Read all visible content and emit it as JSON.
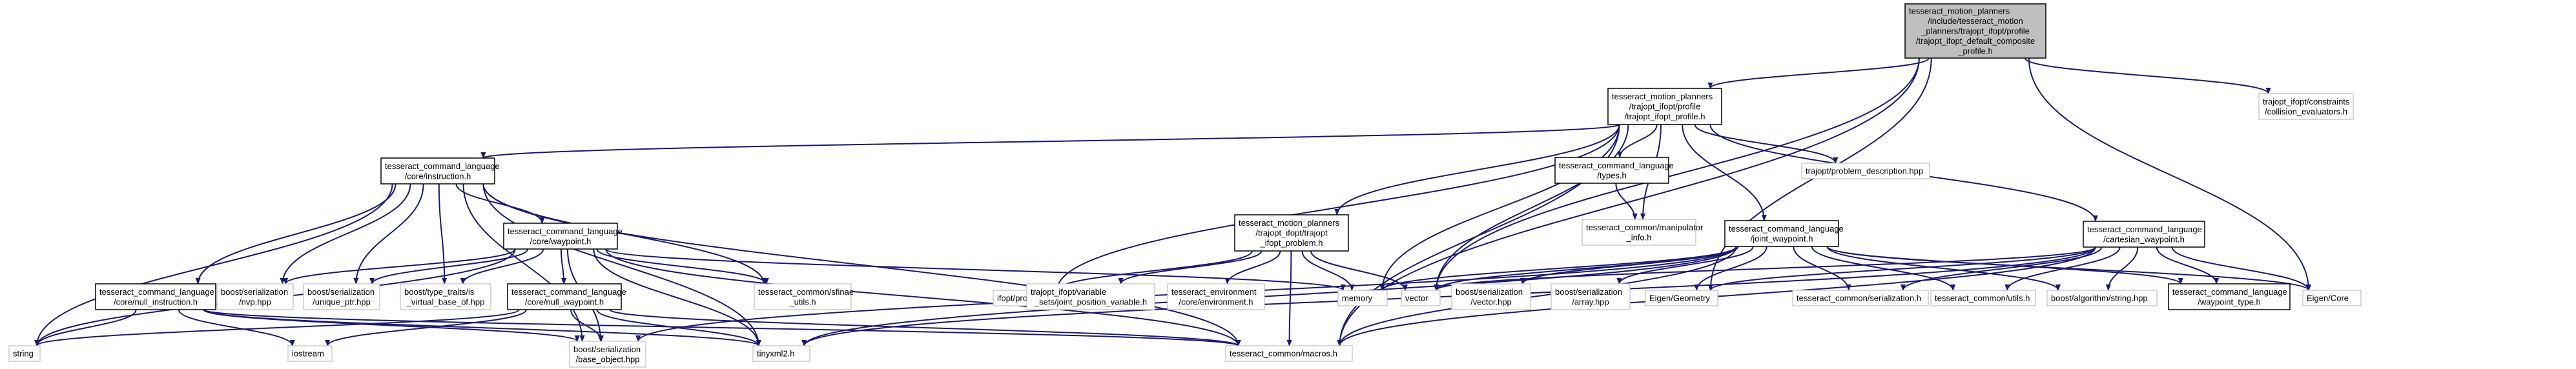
{
  "diagram": {
    "nodes": [
      {
        "id": "root",
        "style": "root",
        "lines": [
          "tesseract_motion_planners",
          "/include/tesseract_motion",
          "_planners/trajopt_ifopt/profile",
          "/trajopt_ifopt_default_composite",
          "_profile.h"
        ]
      },
      {
        "id": "tifp",
        "style": "file",
        "lines": [
          "tesseract_motion_planners",
          "/trajopt_ifopt/profile",
          "/trajopt_ifopt_profile.h"
        ]
      },
      {
        "id": "colleval",
        "style": "ext",
        "lines": [
          "trajopt_ifopt/constraints",
          "/collision_evaluators.h"
        ]
      },
      {
        "id": "instr",
        "style": "file",
        "lines": [
          "tesseract_command_language",
          "/core/instruction.h"
        ]
      },
      {
        "id": "ctypes",
        "style": "file",
        "lines": [
          "tesseract_command_language",
          "/types.h"
        ]
      },
      {
        "id": "probdesc",
        "style": "ext",
        "lines": [
          "trajopt/problem_description.hpp"
        ]
      },
      {
        "id": "manip",
        "style": "ext",
        "lines": [
          "tesseract_common/manipulator",
          "_info.h"
        ]
      },
      {
        "id": "waypoint",
        "style": "file",
        "lines": [
          "tesseract_command_language",
          "/core/waypoint.h"
        ]
      },
      {
        "id": "tiprob",
        "style": "file",
        "lines": [
          "tesseract_motion_planners",
          "/trajopt_ifopt/trajopt",
          "_ifopt_problem.h"
        ]
      },
      {
        "id": "jointwp",
        "style": "file",
        "lines": [
          "tesseract_command_language",
          "/joint_waypoint.h"
        ]
      },
      {
        "id": "cartwp",
        "style": "file",
        "lines": [
          "tesseract_command_language",
          "/cartesian_waypoint.h"
        ]
      },
      {
        "id": "nullinstr",
        "style": "file",
        "lines": [
          "tesseract_command_language",
          "/core/null_instruction.h"
        ]
      },
      {
        "id": "nvp",
        "style": "ext",
        "lines": [
          "boost/serialization",
          "/nvp.hpp"
        ]
      },
      {
        "id": "uptr",
        "style": "ext",
        "lines": [
          "boost/serialization",
          "/unique_ptr.hpp"
        ]
      },
      {
        "id": "typetraits",
        "style": "ext",
        "lines": [
          "boost/type_traits/is",
          "_virtual_base_of.hpp"
        ]
      },
      {
        "id": "nullwp",
        "style": "file",
        "lines": [
          "tesseract_command_language",
          "/core/null_waypoint.h"
        ]
      },
      {
        "id": "sfinae",
        "style": "ext",
        "lines": [
          "tesseract_common/sfinae",
          "_utils.h"
        ]
      },
      {
        "id": "ifoptprob",
        "style": "ext",
        "lines": [
          "ifopt/problem.h"
        ]
      },
      {
        "id": "jpv",
        "style": "ext",
        "lines": [
          "trajopt_ifopt/variable",
          "_sets/joint_position_variable.h"
        ]
      },
      {
        "id": "envh",
        "style": "ext",
        "lines": [
          "tesseract_environment",
          "/core/environment.h"
        ]
      },
      {
        "id": "memory",
        "style": "ext",
        "lines": [
          "memory"
        ]
      },
      {
        "id": "vector",
        "style": "ext",
        "lines": [
          "vector"
        ]
      },
      {
        "id": "bvector",
        "style": "ext",
        "lines": [
          "boost/serialization",
          "/vector.hpp"
        ]
      },
      {
        "id": "barray",
        "style": "ext",
        "lines": [
          "boost/serialization",
          "/array.hpp"
        ]
      },
      {
        "id": "egeom",
        "style": "ext",
        "lines": [
          "Eigen/Geometry"
        ]
      },
      {
        "id": "cser",
        "style": "ext",
        "lines": [
          "tesseract_common/serialization.h"
        ]
      },
      {
        "id": "cutils",
        "style": "ext",
        "lines": [
          "tesseract_common/utils.h"
        ]
      },
      {
        "id": "bstr",
        "style": "ext",
        "lines": [
          "boost/algorithm/string.hpp"
        ]
      },
      {
        "id": "wptype",
        "style": "file",
        "lines": [
          "tesseract_command_language",
          "/waypoint_type.h"
        ]
      },
      {
        "id": "ecore",
        "style": "ext",
        "lines": [
          "Eigen/Core"
        ]
      },
      {
        "id": "string",
        "style": "ext",
        "lines": [
          "string"
        ]
      },
      {
        "id": "iostream",
        "style": "ext",
        "lines": [
          "iostream"
        ]
      },
      {
        "id": "bobj",
        "style": "ext",
        "lines": [
          "boost/serialization",
          "/base_object.hpp"
        ]
      },
      {
        "id": "tinyxml",
        "style": "ext",
        "lines": [
          "tinyxml2.h"
        ]
      },
      {
        "id": "macros",
        "style": "ext",
        "lines": [
          "tesseract_common/macros.h"
        ]
      }
    ],
    "edges": [
      [
        "root",
        "tifp"
      ],
      [
        "root",
        "colleval"
      ],
      [
        "root",
        "vector"
      ],
      [
        "root",
        "egeom"
      ],
      [
        "root",
        "ecore"
      ],
      [
        "root",
        "macros"
      ],
      [
        "tifp",
        "instr"
      ],
      [
        "tifp",
        "ctypes"
      ],
      [
        "tifp",
        "probdesc"
      ],
      [
        "tifp",
        "manip"
      ],
      [
        "tifp",
        "tiprob"
      ],
      [
        "tifp",
        "jointwp"
      ],
      [
        "tifp",
        "cartwp"
      ],
      [
        "tifp",
        "ifoptprob"
      ],
      [
        "tifp",
        "memory"
      ],
      [
        "tifp",
        "vector"
      ],
      [
        "tifp",
        "macros"
      ],
      [
        "instr",
        "waypoint"
      ],
      [
        "instr",
        "nullinstr"
      ],
      [
        "instr",
        "nvp"
      ],
      [
        "instr",
        "uptr"
      ],
      [
        "instr",
        "typetraits"
      ],
      [
        "instr",
        "sfinae"
      ],
      [
        "instr",
        "string"
      ],
      [
        "instr",
        "bobj"
      ],
      [
        "instr",
        "tinyxml"
      ],
      [
        "instr",
        "macros"
      ],
      [
        "ctypes",
        "manip"
      ],
      [
        "waypoint",
        "nullwp"
      ],
      [
        "waypoint",
        "nvp"
      ],
      [
        "waypoint",
        "uptr"
      ],
      [
        "waypoint",
        "typetraits"
      ],
      [
        "waypoint",
        "sfinae"
      ],
      [
        "waypoint",
        "memory"
      ],
      [
        "waypoint",
        "string"
      ],
      [
        "waypoint",
        "bobj"
      ],
      [
        "waypoint",
        "tinyxml"
      ],
      [
        "waypoint",
        "macros"
      ],
      [
        "nullinstr",
        "string"
      ],
      [
        "nullinstr",
        "iostream"
      ],
      [
        "nullinstr",
        "bobj"
      ],
      [
        "nullinstr",
        "tinyxml"
      ],
      [
        "nullinstr",
        "macros"
      ],
      [
        "nullwp",
        "string"
      ],
      [
        "nullwp",
        "iostream"
      ],
      [
        "nullwp",
        "bobj"
      ],
      [
        "nullwp",
        "tinyxml"
      ],
      [
        "nullwp",
        "macros"
      ],
      [
        "tiprob",
        "ifoptprob"
      ],
      [
        "tiprob",
        "jpv"
      ],
      [
        "tiprob",
        "envh"
      ],
      [
        "tiprob",
        "memory"
      ],
      [
        "tiprob",
        "vector"
      ],
      [
        "tiprob",
        "macros"
      ],
      [
        "jointwp",
        "memory"
      ],
      [
        "jointwp",
        "vector"
      ],
      [
        "jointwp",
        "bvector"
      ],
      [
        "jointwp",
        "barray"
      ],
      [
        "jointwp",
        "egeom"
      ],
      [
        "jointwp",
        "cser"
      ],
      [
        "jointwp",
        "cutils"
      ],
      [
        "jointwp",
        "bstr"
      ],
      [
        "jointwp",
        "wptype"
      ],
      [
        "jointwp",
        "ecore"
      ],
      [
        "jointwp",
        "bobj"
      ],
      [
        "jointwp",
        "tinyxml"
      ],
      [
        "jointwp",
        "macros"
      ],
      [
        "cartwp",
        "vector"
      ],
      [
        "cartwp",
        "egeom"
      ],
      [
        "cartwp",
        "cser"
      ],
      [
        "cartwp",
        "cutils"
      ],
      [
        "cartwp",
        "bstr"
      ],
      [
        "cartwp",
        "wptype"
      ],
      [
        "cartwp",
        "ecore"
      ],
      [
        "cartwp",
        "tinyxml"
      ],
      [
        "cartwp",
        "macros"
      ]
    ]
  }
}
